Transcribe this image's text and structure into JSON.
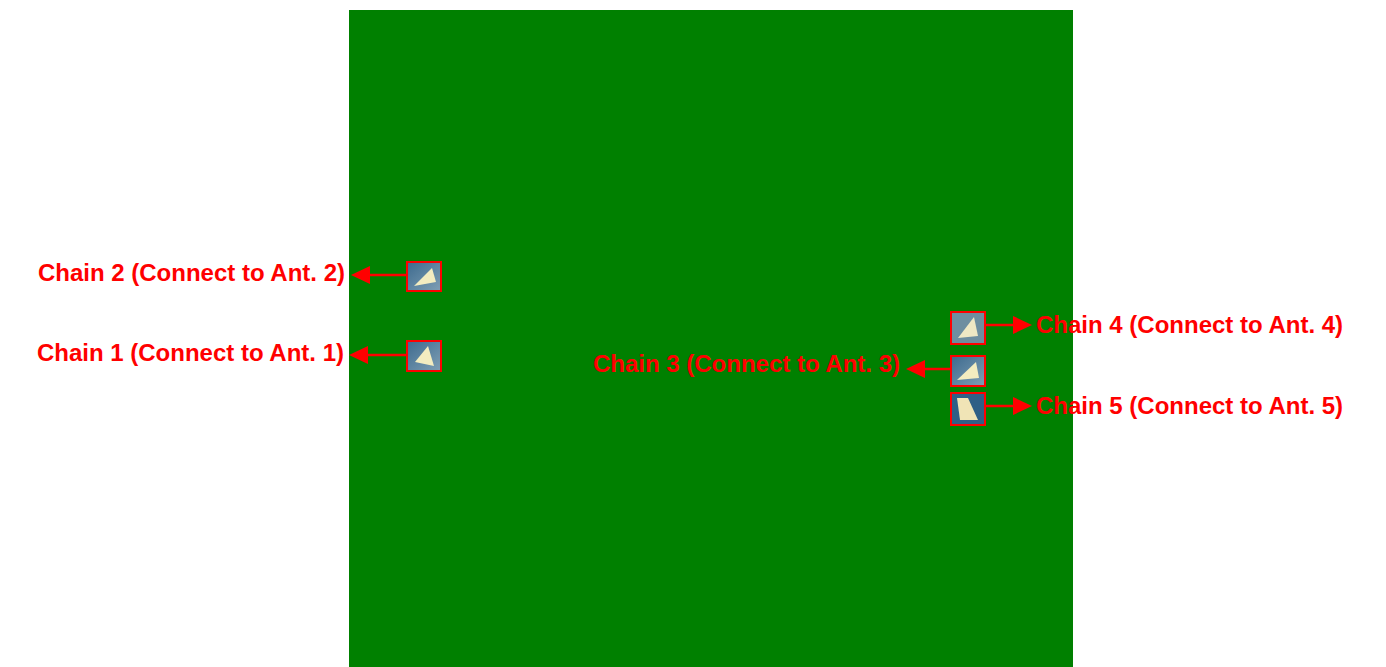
{
  "diagram": {
    "labels": [
      "Chain 2 (Connect to Ant. 2)",
      "Chain 4 (Connect to Ant. 4)",
      "Chain 1 (Connect to Ant. 1)",
      "Chain 3 (Connect to Ant. 3)",
      "Chain 5 (Connect to Ant. 5)"
    ]
  }
}
